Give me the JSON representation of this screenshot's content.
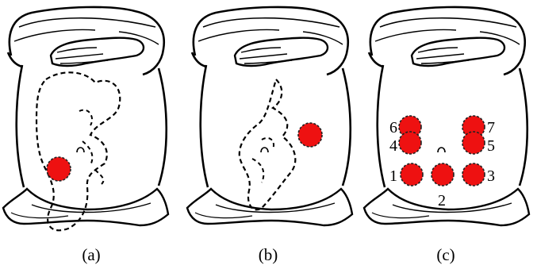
{
  "figure": {
    "panels": [
      {
        "caption": "(a)",
        "markers": 1
      },
      {
        "caption": "(b)",
        "markers": 1
      },
      {
        "caption": "(c)",
        "markers": 7,
        "labels": [
          "1",
          "2",
          "3",
          "4",
          "5",
          "6",
          "7"
        ]
      }
    ],
    "colors": {
      "marker_fill": "#ee1111",
      "outline": "#000000",
      "background": "#ffffff"
    }
  }
}
